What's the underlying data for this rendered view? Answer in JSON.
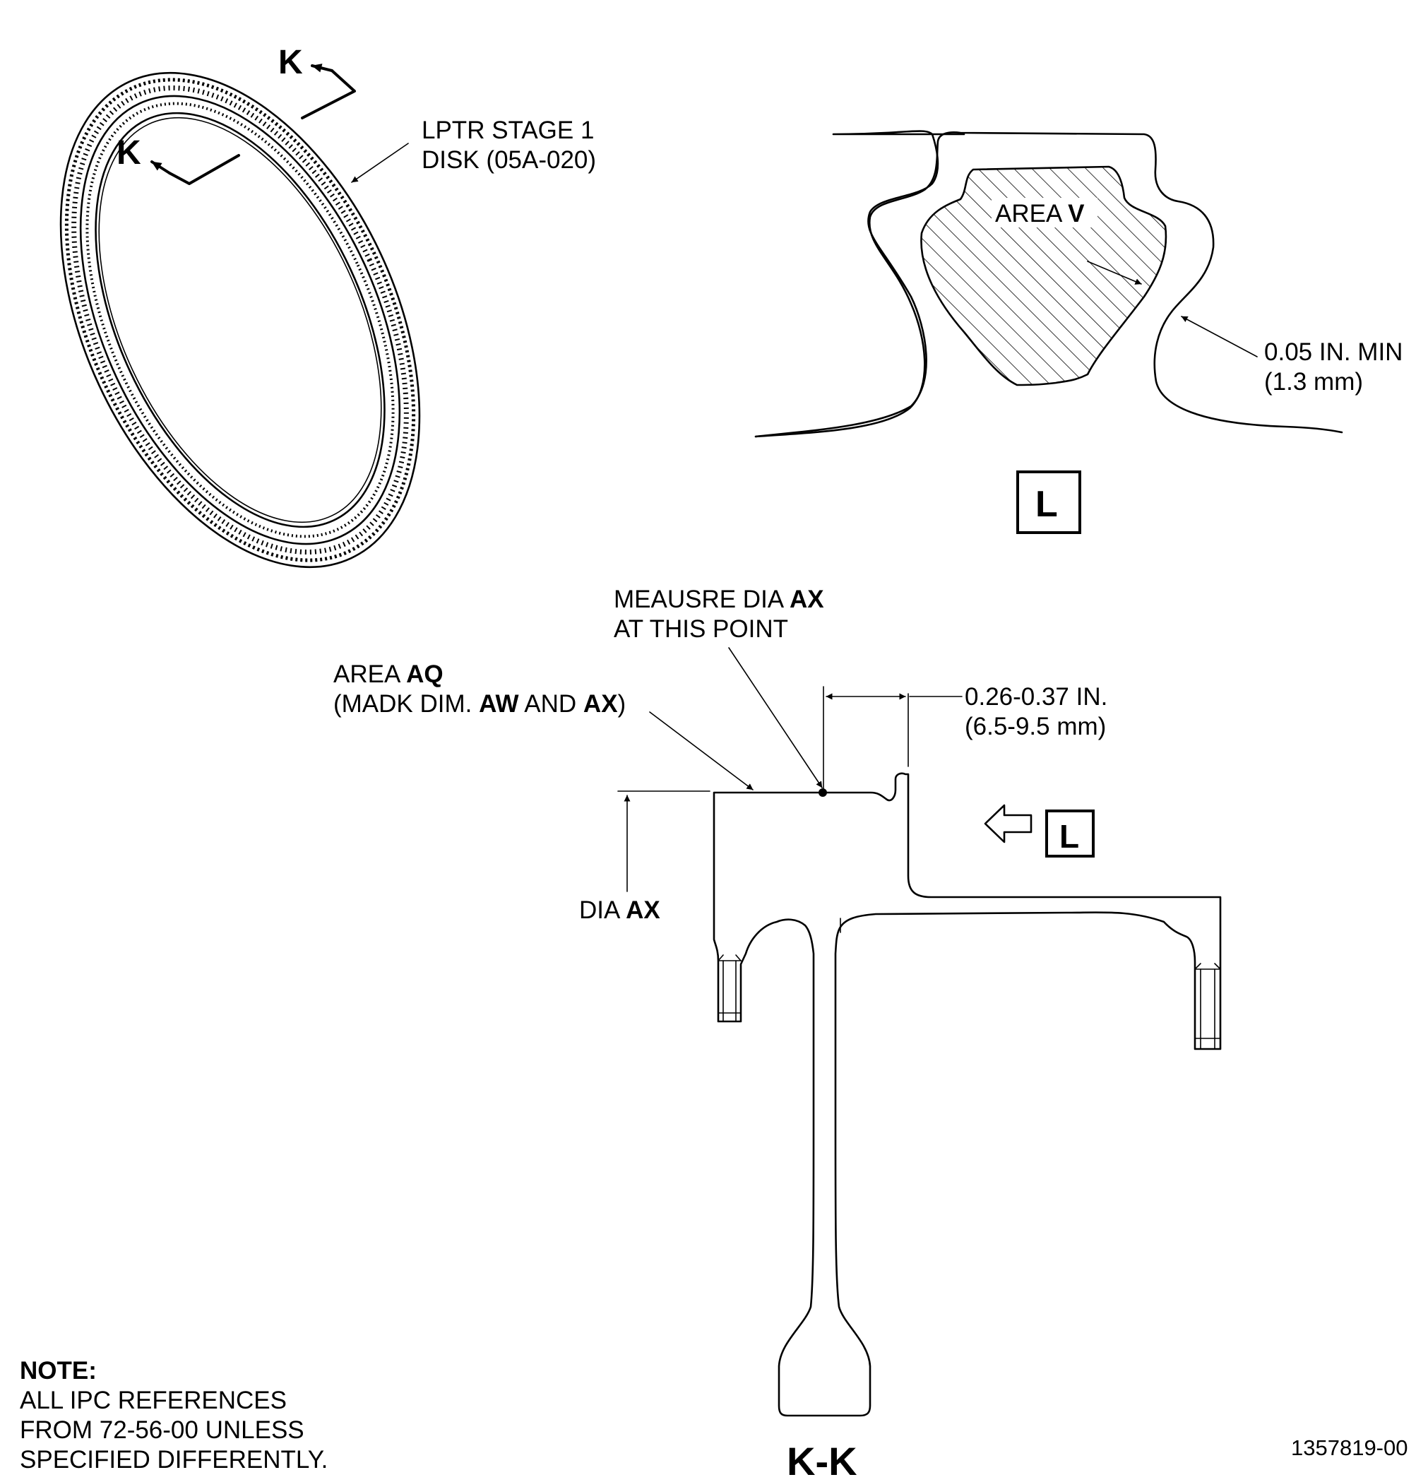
{
  "section_markers": {
    "top": "K",
    "left": "K"
  },
  "disk_callout": {
    "line1": "LPTR STAGE 1",
    "line2": "DISK (05A-020)"
  },
  "detail_l": {
    "area_prefix": "AREA ",
    "area_letter": "V",
    "min_line1": "0.05 IN. MIN",
    "min_line2": "(1.3 mm)",
    "view_letter": "L"
  },
  "measure_callout": {
    "line1_prefix": "MEAUSRE DIA ",
    "line1_bold": "AX",
    "line2": "AT THIS POINT"
  },
  "area_aq": {
    "line1_prefix": "AREA ",
    "line1_bold": "AQ",
    "line2_open": "(MADK DIM. ",
    "line2_bold1": "AW",
    "line2_mid": " AND ",
    "line2_bold2": "AX",
    "line2_close": ")"
  },
  "width_dim": {
    "line1": "0.26-0.37 IN.",
    "line2": "(6.5-9.5 mm)"
  },
  "dia_label": {
    "prefix": "DIA ",
    "bold": "AX"
  },
  "view_arrow_letter": "L",
  "section_title": "K-K",
  "note": {
    "heading": "NOTE:",
    "line1": "ALL IPC REFERENCES",
    "line2": "FROM 72-56-00 UNLESS",
    "line3": "SPECIFIED DIFFERENTLY."
  },
  "figure_number": "1357819-00"
}
